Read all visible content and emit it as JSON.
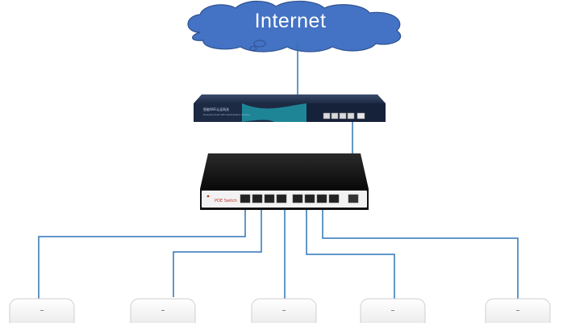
{
  "cloud": {
    "label": "Internet",
    "fill": "#4472c4",
    "stroke": "#2f528f"
  },
  "router": {
    "brand_text": "智能WiFi认证网关",
    "sub_text": "Enterprise Smart WiFi Authentication Gateway",
    "body_color": "#1d2a44",
    "accent_color": "#1f8fa0"
  },
  "switch": {
    "label": "POE Switch",
    "body_color": "#111111",
    "panel_color": "#f2f2f2",
    "label_color": "#c0392b"
  },
  "links": {
    "color": "#2e75b6"
  },
  "access_points": {
    "count": 5,
    "color": "#f7f7f7"
  }
}
